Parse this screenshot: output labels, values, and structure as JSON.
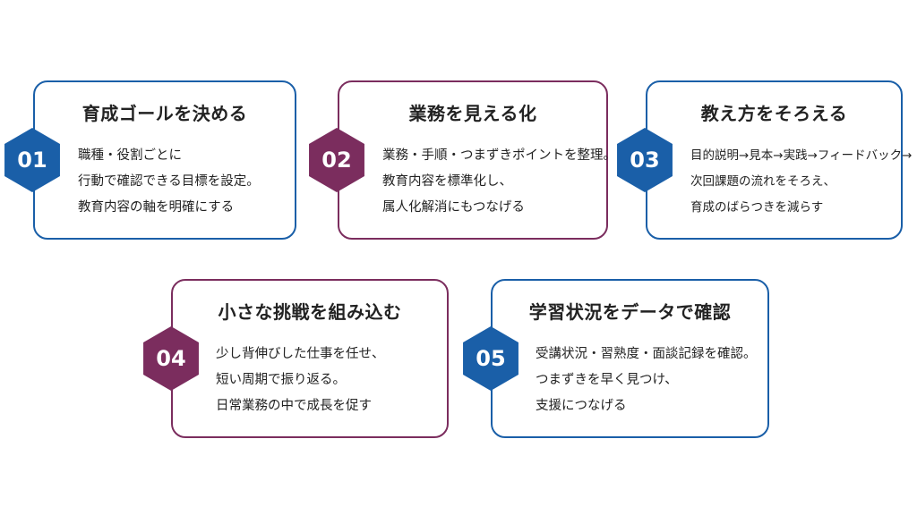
{
  "colors": {
    "blue": "#1a5fa8",
    "purple": "#7b2d5e"
  },
  "steps": [
    {
      "number": "01",
      "title": "育成ゴールを決める",
      "color": "blue",
      "lines": [
        "職種・役割ごとに",
        "行動で確認できる目標を設定。",
        "教育内容の軸を明確にする"
      ]
    },
    {
      "number": "02",
      "title": "業務を見える化",
      "color": "purple",
      "lines": [
        "業務・手順・つまずきポイントを整理。",
        "教育内容を標準化し、",
        "属人化解消にもつなげる"
      ]
    },
    {
      "number": "03",
      "title": "教え方をそろえる",
      "color": "blue",
      "lines": [
        "目的説明→見本→実践→フィードバック→",
        "次回課題の流れをそろえ、",
        "育成のばらつきを減らす"
      ]
    },
    {
      "number": "04",
      "title": "小さな挑戦を組み込む",
      "color": "purple",
      "lines": [
        "少し背伸びした仕事を任せ、",
        "短い周期で振り返る。",
        "日常業務の中で成長を促す"
      ]
    },
    {
      "number": "05",
      "title": "学習状況をデータで確認",
      "color": "blue",
      "lines": [
        "受講状況・習熟度・面談記録を確認。",
        "つまずきを早く見つけ、",
        "支援につなげる"
      ]
    }
  ]
}
